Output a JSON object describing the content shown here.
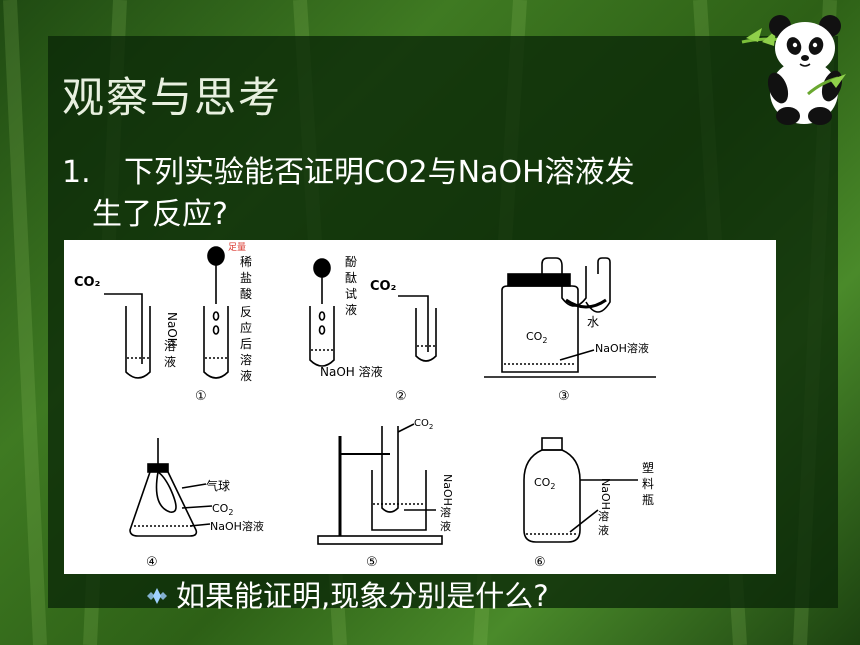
{
  "slide": {
    "title": "观察与思考",
    "question_number": "1.",
    "question_line1": "下列实验能否证明CO2与NaOH溶液发",
    "question_line2": "生了反应?",
    "bullet_text": "如果能证明,现象分别是什么?"
  },
  "diagram": {
    "co2": "CO₂",
    "co2_sub": "CO",
    "sub2": "2",
    "naoh": "NaOH",
    "rongye": "溶液",
    "naoh_rongye": "NaOH溶液",
    "naoh_space_rongye": "NaOH 溶液",
    "zuliang": "足量",
    "xi": "稀",
    "yan": "盐",
    "suan": "酸",
    "fan": "反",
    "ying": "应",
    "hou": "后",
    "rong": "溶",
    "ye": "液",
    "fen": "酚",
    "tai": "酞",
    "shi": "试",
    "shui": "水",
    "qiqiu": "气球",
    "su": "塑",
    "liao": "料",
    "ping": "瓶",
    "labels": [
      "①",
      "②",
      "③",
      "④",
      "⑤",
      "⑥"
    ]
  },
  "colors": {
    "accent_red": "#d9342b",
    "text_white": "#ffffff",
    "panel_green": "#0d2a08"
  }
}
